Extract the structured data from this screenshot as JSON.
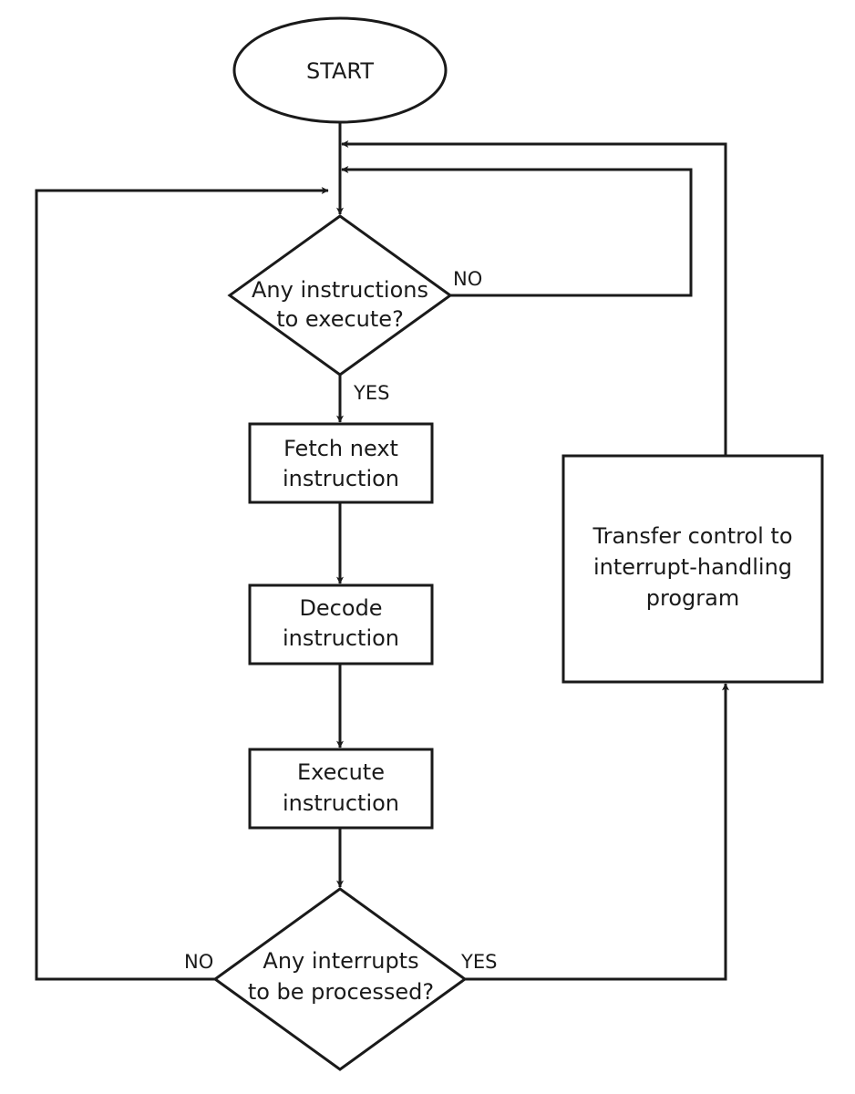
{
  "nodes": {
    "start": {
      "label": "START"
    },
    "check_instructions": {
      "line1": "Any instructions",
      "line2": "to execute?"
    },
    "fetch": {
      "line1": "Fetch next",
      "line2": "instruction"
    },
    "decode": {
      "line1": "Decode",
      "line2": "instruction"
    },
    "execute": {
      "line1": "Execute",
      "line2": "instruction"
    },
    "check_interrupts": {
      "line1": "Any interrupts",
      "line2": "to be processed?"
    },
    "transfer": {
      "line1": "Transfer control to",
      "line2": "interrupt-handling",
      "line3": "program"
    }
  },
  "edges": {
    "instructions_no": "NO",
    "instructions_yes": "YES",
    "interrupts_no": "NO",
    "interrupts_yes": "YES"
  },
  "colors": {
    "stroke": "#1a1a1a",
    "background": "#ffffff"
  }
}
